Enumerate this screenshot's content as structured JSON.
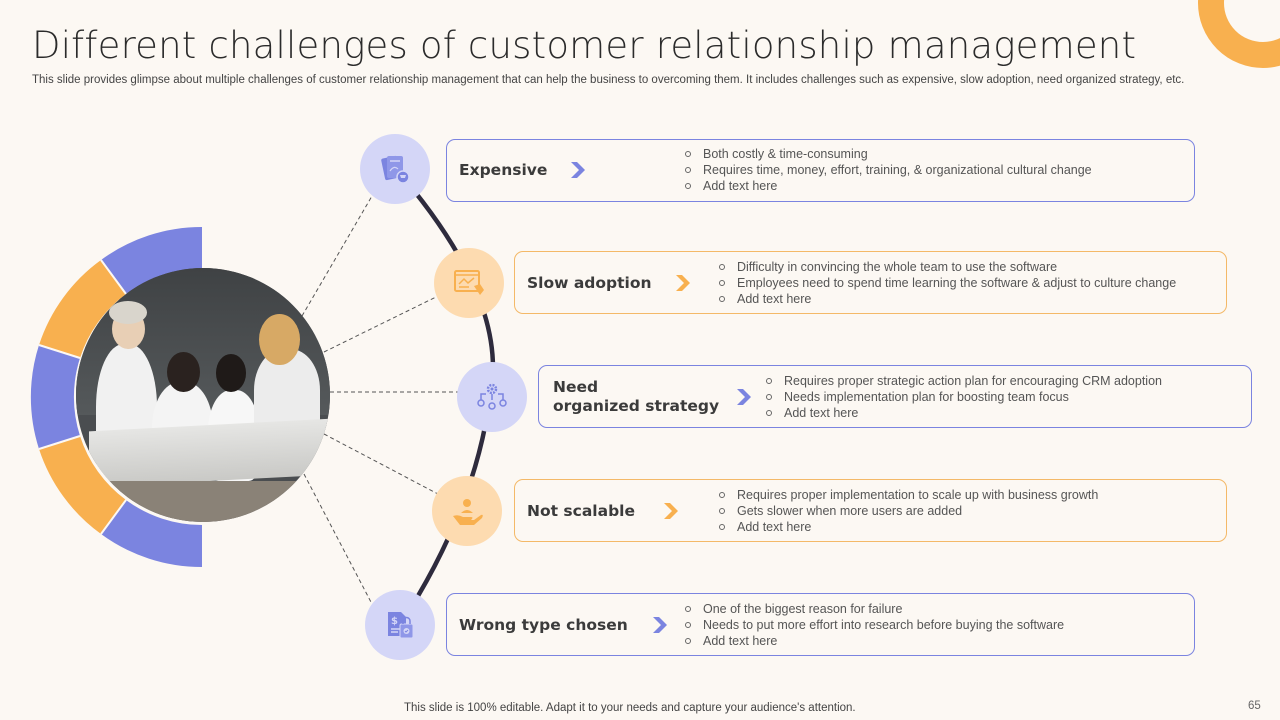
{
  "slide": {
    "title": "Different challenges of customer relationship management",
    "subtitle": "This slide provides glimpse about multiple challenges of customer relationship management that can help the business to overcoming them. It includes challenges such as expensive, slow adoption, need organized strategy, etc.",
    "footer": "This slide is 100% editable. Adapt it to your needs and capture your audience's attention.",
    "page_number": "65"
  },
  "colors": {
    "purple": "#7b84e0",
    "purple_light": "#d4d6f7",
    "orange": "#f8b04f",
    "orange_light": "#fddbb0",
    "arc": "#2e2b3d",
    "background": "#fcf8f3"
  },
  "photo": {
    "description": "team of four women reviewing documents at a table"
  },
  "challenges": [
    {
      "label": "Expensive",
      "icon": "invoice-cart-icon",
      "color": "purple",
      "points": [
        "Both costly & time-consuming",
        "Requires time, money, effort, training, & organizational cultural change",
        "Add text here"
      ]
    },
    {
      "label": "Slow adoption",
      "icon": "chart-pen-icon",
      "color": "orange",
      "points": [
        "Difficulty in convincing the whole team to use the software",
        "Employees need to spend time learning the software & adjust to culture change",
        "Add text here"
      ]
    },
    {
      "label_line1": "Need",
      "label_line2": "organized strategy",
      "icon": "gear-hierarchy-icon",
      "color": "purple",
      "points": [
        "Requires proper strategic action plan for encouraging CRM adoption",
        "Needs implementation plan for boosting team focus",
        "Add text here"
      ]
    },
    {
      "label": "Not scalable",
      "icon": "hand-user-icon",
      "color": "orange",
      "points": [
        "Requires proper implementation to scale up with business growth",
        "Gets slower when more users are added",
        "Add text here"
      ]
    },
    {
      "label": "Wrong type chosen",
      "icon": "invoice-shopping-bag-icon",
      "color": "purple",
      "points": [
        "One of the biggest reason for failure",
        "Needs to put more effort into research before buying the software",
        "Add text here"
      ]
    }
  ]
}
